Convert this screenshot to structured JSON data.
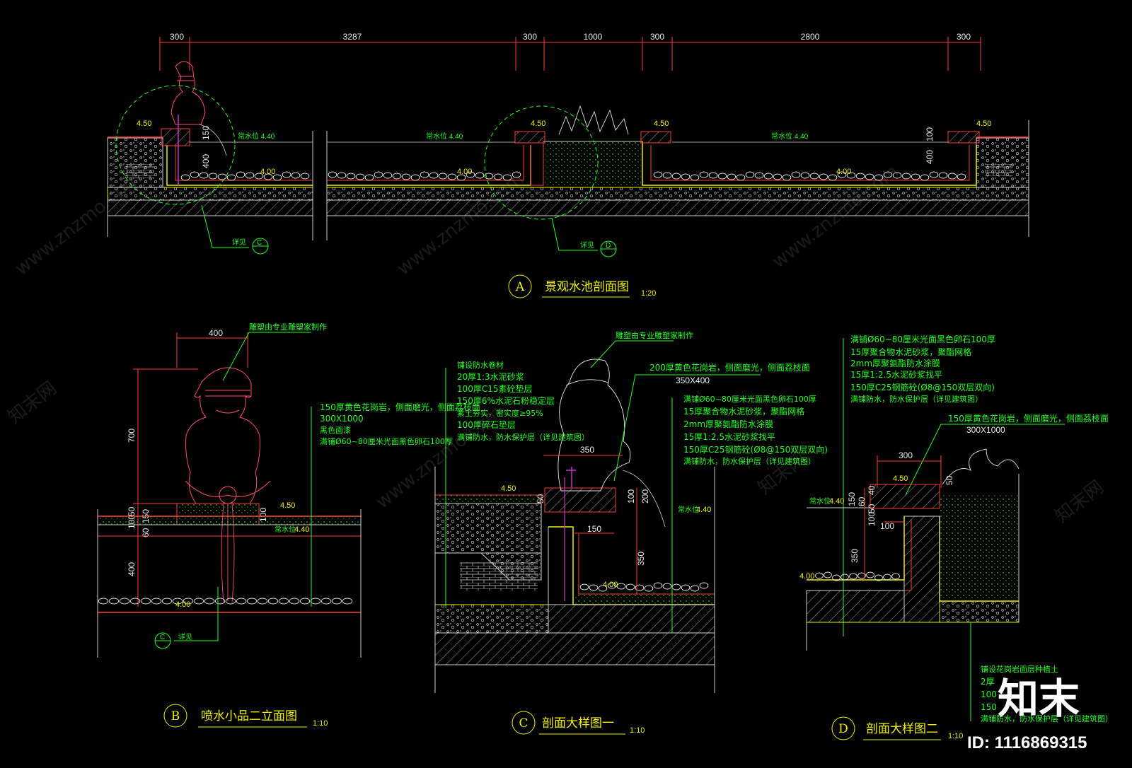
{
  "colors": {
    "background": "#000000",
    "dimension": "#ff3b3b",
    "ground": "#f0f000",
    "annotation": "#22ff22",
    "outline": "#e8e8e8",
    "sculpture": "#ff4d6a",
    "pipe": "#cc33cc"
  },
  "section_a": {
    "dims": [
      "300",
      "3287",
      "300",
      "1000",
      "300",
      "2800",
      "300"
    ],
    "levels": [
      "4.50",
      "4.50",
      "4.50",
      "4.50"
    ],
    "water_labels": [
      "常水位 4.40",
      "常水位 4.40",
      "常水位 4.40"
    ],
    "bottom_levels": [
      "4.00",
      "4.00",
      "4.00"
    ],
    "side_dims": [
      "150",
      "400",
      "100",
      "400"
    ],
    "callouts": [
      {
        "label": "详见",
        "id": "C"
      },
      {
        "label": "详见",
        "id": "D"
      }
    ],
    "title_id": "A",
    "title": "景观水池剖面图",
    "scale": "1:20"
  },
  "section_b": {
    "top_dim": "400",
    "height_dims": [
      "700",
      "400"
    ],
    "small_dims": [
      "50",
      "100",
      "60",
      "150",
      "100"
    ],
    "leader_top": "雕塑由专业雕塑家制作",
    "notes": [
      "150厚黄色花岗岩，侧面磨光，侧面荔枝面",
      "300X1000",
      "黑色面漆",
      "满铺Ø60~80厘米光面黑色卵石100厚"
    ],
    "levels": [
      "4.50",
      "4.40",
      "4.00"
    ],
    "water_label": "常水位",
    "callout": {
      "label": "详见",
      "id": "C"
    },
    "title_id": "B",
    "title": "喷水小品二立面图",
    "scale": "1:10"
  },
  "section_c": {
    "notes_left": [
      "铺设防水卷材",
      "20厚1:3水泥砂浆",
      "100厚C15素砼垫层",
      "150厚6%水泥石粉稳定层",
      "素土夯实，密实度≥95%",
      "100厚碎石垫层",
      "满铺防水，防水保护层（详见建筑图）"
    ],
    "leader_top": "雕塑由专业雕塑家制作",
    "notes_right_head": "200厚黄色花岗岩，侧面磨光，侧面荔枝面",
    "size": "350X400",
    "notes_right": [
      "满铺Ø60~80厘米光面黑色卵石100厚",
      "15厚聚合物水泥砂浆，聚酯网格",
      "2mm厚聚氨酯防水涂膜",
      "15厚1:2.5水泥砂浆找平",
      "150厚C25钢筋砼(Ø8@150双层双向)",
      "满铺防水，防水保护层（详见建筑图）"
    ],
    "dims": [
      "350",
      "50",
      "100",
      "200",
      "150",
      "350",
      "4.00"
    ],
    "levels": [
      "4.50",
      "4.40"
    ],
    "water_label": "常水位",
    "title_id": "C",
    "title": "剖面大样图一",
    "scale": "1:10"
  },
  "section_d": {
    "notes_top": [
      "满铺Ø60~80厘米光面黑色卵石100厚",
      "15厚聚合物水泥砂浆，聚酯网格",
      "2mm厚聚氨酯防水涂膜",
      "15厚1:2.5水泥砂浆找平",
      "150厚C25钢筋砼(Ø8@150双层双向)",
      "满铺防水，防水保护层（详见建筑图）"
    ],
    "notes_right_head": "150厚黄色花岗岩，侧面磨光，侧面荔枝面",
    "size": "300X1000",
    "dims": [
      "300",
      "4.50",
      "50",
      "150",
      "100",
      "60",
      "40",
      "50",
      "100",
      "350"
    ],
    "levels": [
      "4.40",
      "4.00"
    ],
    "water_label": "常水位",
    "notes_bottom": [
      "铺设花岗岩面层种植土",
      "2厚",
      "100",
      "150",
      "满铺防水，防水保护层（详见建筑图）"
    ],
    "title_id": "D",
    "title": "剖面大样图二",
    "scale": "1:10"
  },
  "watermark": {
    "site": "www.znzmo.com",
    "cn": "知末网"
  },
  "brand": {
    "logo": "知末",
    "id": "ID: 1116869315"
  }
}
